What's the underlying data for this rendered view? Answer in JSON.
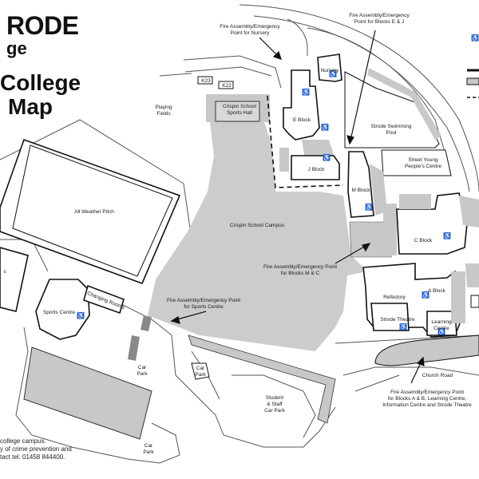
{
  "brand": {
    "college_name_fragment": "RODE",
    "college_word_fragment": "ge",
    "title_line1_fragment": "College",
    "title_line2_fragment": "Map"
  },
  "map": {
    "places": {
      "k23": "K23",
      "k22": "K22",
      "playing_fields": [
        "Playing",
        "Fields"
      ],
      "crispin_sports_hall": [
        "Crispin School",
        "Sports Hall"
      ],
      "nursery": "Nursery",
      "e_block": "E Block",
      "j_block": "J Block",
      "m_block": "M Block",
      "swimming_pool": [
        "Strode Swimming",
        "Pool"
      ],
      "street_young": [
        "Street Young",
        "People's Centre"
      ],
      "all_weather_pitch": "All Weather Pitch",
      "crispin_campus": "Crispin School Campus",
      "c_block": "C Block",
      "a_block": "A Block",
      "refectory": "Refectory",
      "strode_theatre": "Strode Theatre",
      "learning_centre": [
        "Learning",
        "Centre"
      ],
      "church_road": "Church Road",
      "sports_centre": "Sports Centre",
      "changing_rooms": "Changing Rooms",
      "car_park_1": [
        "Car",
        "Park"
      ],
      "car_park_2": [
        "Car",
        "Park"
      ],
      "car_park_3": [
        "Car",
        "Park"
      ],
      "student_staff_car_park": [
        "Student",
        "& Staff",
        "Car Park"
      ],
      "left_edge_fragment": "s"
    },
    "assembly_points": {
      "nursery": [
        "Fire Assembly/Emergency",
        "Point for Nursery"
      ],
      "blocks_e_j": [
        "Fire Assembly/Emergency",
        "Point for Blocks E & J"
      ],
      "blocks_m_c": [
        "Fire Assembly/Emergency Point",
        "for Blocks M & C"
      ],
      "sports_centre": [
        "Fire Assembly/Emergency Point",
        "for Sports Centre"
      ],
      "blocks_a_b": [
        "Fire Assembly/Emergency Point",
        "for Blocks A & B, Learning Centre,",
        "Information Centre and Strode Theatre"
      ]
    }
  },
  "footer": {
    "lines": [
      "college campus.",
      "y of crime prevention and",
      "tact tel: 01458 844400."
    ]
  },
  "colors": {
    "building_grey": "#c8c8c8",
    "campus_grey": "#cccccc",
    "line": "#222222",
    "background": "#ffffff"
  }
}
